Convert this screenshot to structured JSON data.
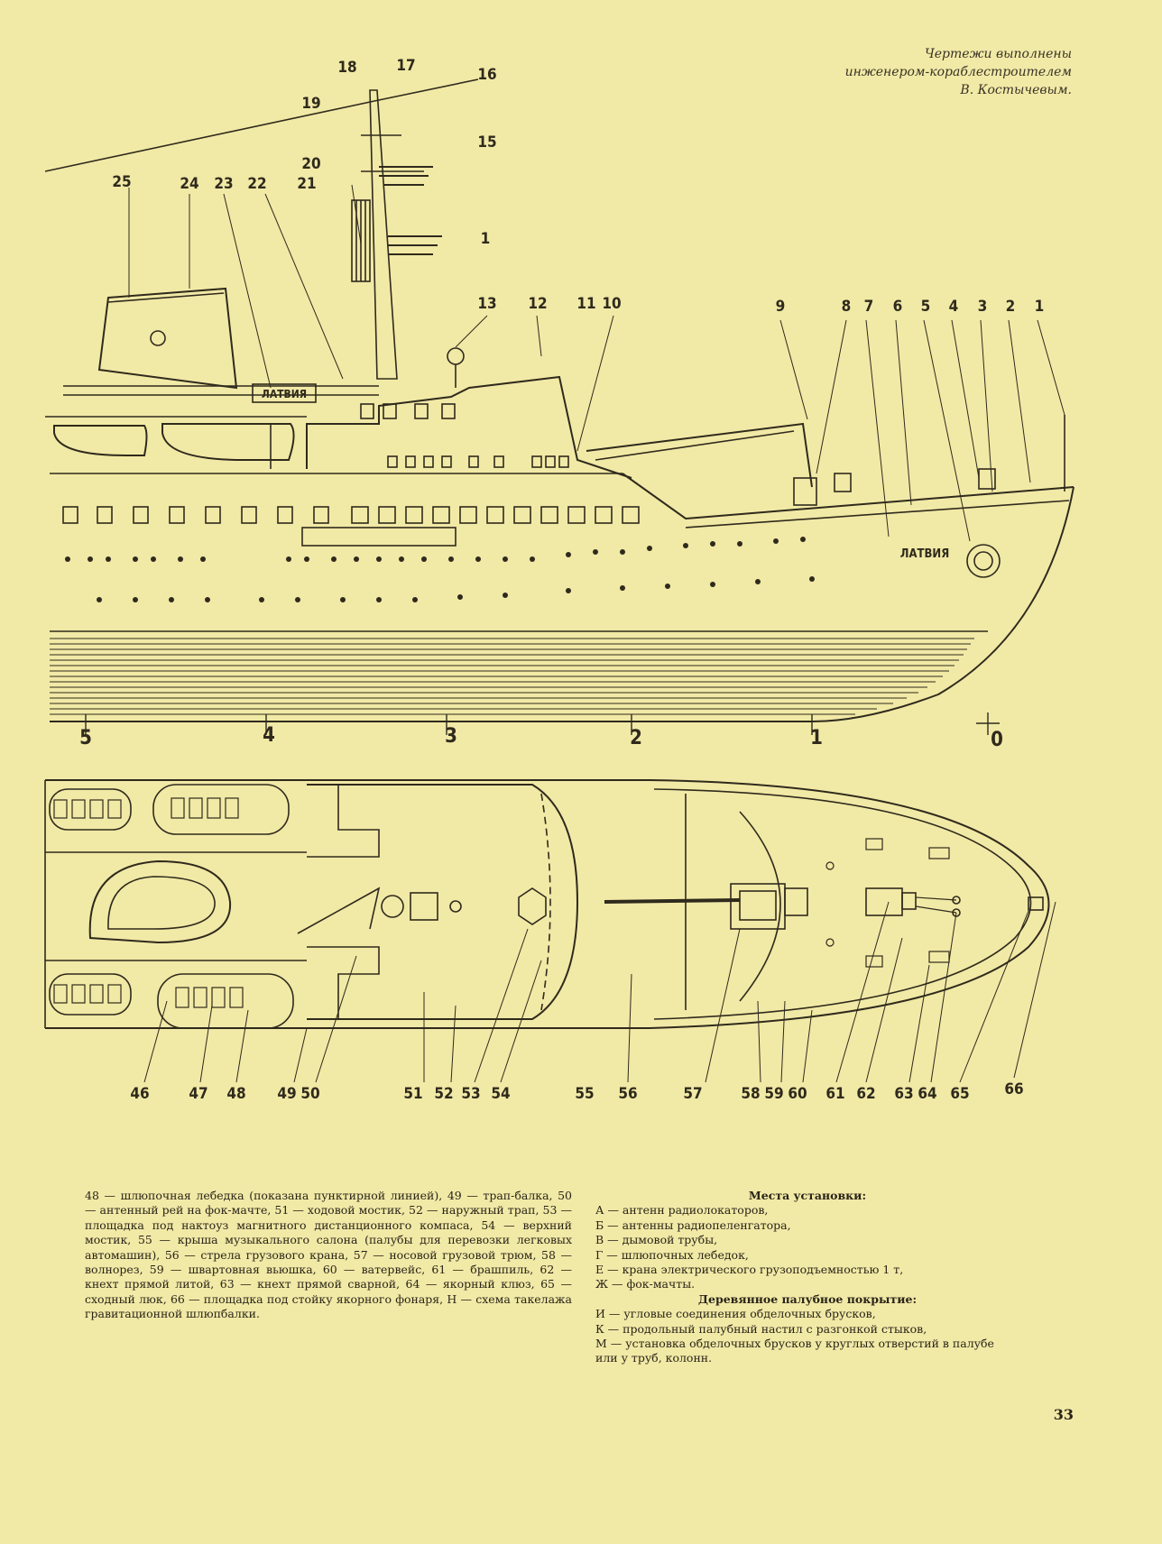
{
  "credit": {
    "line1": "Чертежи выполнены",
    "line2": "инженером-кораблестроителем",
    "line3": "В. Костычевым."
  },
  "ship_name": "ЛАТВИЯ",
  "profile_labels": [
    "18",
    "17",
    "16",
    "19",
    "15",
    "20",
    "21",
    "1",
    "25",
    "24",
    "23",
    "22",
    "13",
    "12",
    "11",
    "10",
    "9",
    "8",
    "7",
    "6",
    "5",
    "4",
    "3",
    "2",
    "1"
  ],
  "stations": [
    "5",
    "4",
    "3",
    "2",
    "1",
    "0"
  ],
  "plan_labels": [
    "46",
    "47",
    "48",
    "49",
    "50",
    "51",
    "52",
    "53",
    "54",
    "55",
    "56",
    "57",
    "58",
    "59",
    "60",
    "61",
    "62",
    "63",
    "64",
    "65",
    "66"
  ],
  "legend_left": {
    "text": "48 — шлюпочная лебедка (показана пунктирной линией), 49 — трап-балка, 50 — антенный рей на фок-мачте, 51 — ходовой мостик, 52 — наружный трап, 53 — площадка под нактоуз магнитного дистанционного компаса, 54 — верхний мостик, 55 — крыша музыкального салона (палубы для перевозки легковых автомашин), 56 — стрела грузового крана, 57 — носовой грузовой трюм, 58 — волнорез, 59 — швартовная вьюшка, 60 — ватервейс, 61 — брашпиль, 62 — кнехт прямой литой, 63 — кнехт прямой сварной, 64 — якорный клюз, 65 — сходный люк, 66 — площадка под стойку якорного фонаря, Н — схема такелажа гравитационной шлюпбалки."
  },
  "legend_right": {
    "title1": "Места установки:",
    "items1": [
      "А — антенн радиолокаторов,",
      "Б — антенны радиопеленгатора,",
      "В — дымовой трубы,",
      "Г — шлюпочных лебедок,",
      "Е — крана электрического грузоподъемностью 1 т,",
      "Ж — фок-мачты."
    ],
    "title2": "Деревянное палубное покрытие:",
    "items2": [
      "И — угловые соединения обделочных брусков,",
      "К — продольный палубный настил с разгонкой стыков,",
      "М — установка обделочных брусков у круглых отверстий в палубе или у труб, колонн."
    ]
  },
  "page_number": "33",
  "colors": {
    "paper": "#f1e9a6",
    "ink": "#2a2418"
  }
}
